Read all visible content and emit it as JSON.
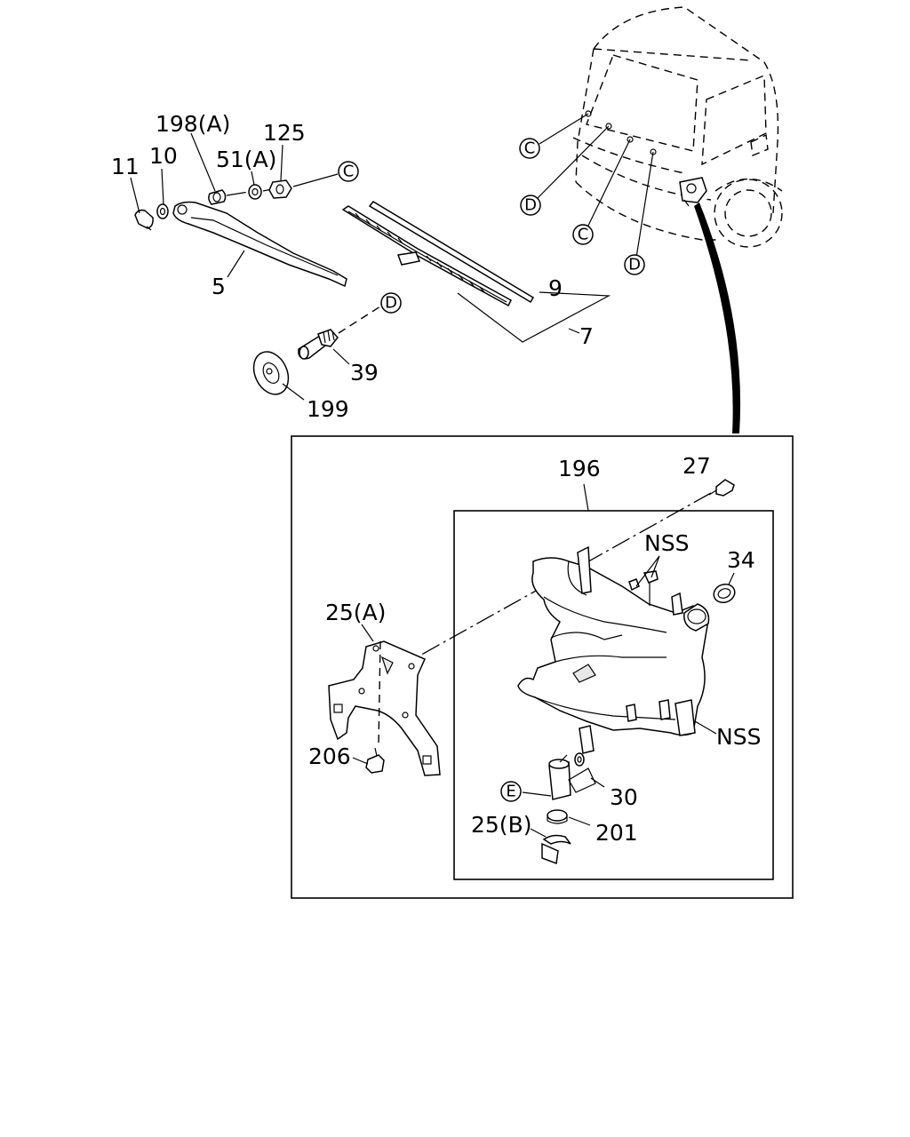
{
  "labels": {
    "p11": "11",
    "p10": "10",
    "p198a": "198(A)",
    "p51a": "51(A)",
    "p125": "125",
    "p5": "5",
    "p9": "9",
    "p7": "7",
    "p39": "39",
    "p199": "199",
    "p196": "196",
    "p27": "27",
    "nss1": "NSS",
    "p34": "34",
    "p25a": "25(A)",
    "nss2": "NSS",
    "p206": "206",
    "p30": "30",
    "p201": "201",
    "p25b": "25(B)"
  },
  "refs": {
    "c_arm": "C",
    "d_motor": "D",
    "c_van1": "C",
    "d_van1": "D",
    "c_van2": "C",
    "d_van2": "D",
    "e_pump": "E"
  }
}
